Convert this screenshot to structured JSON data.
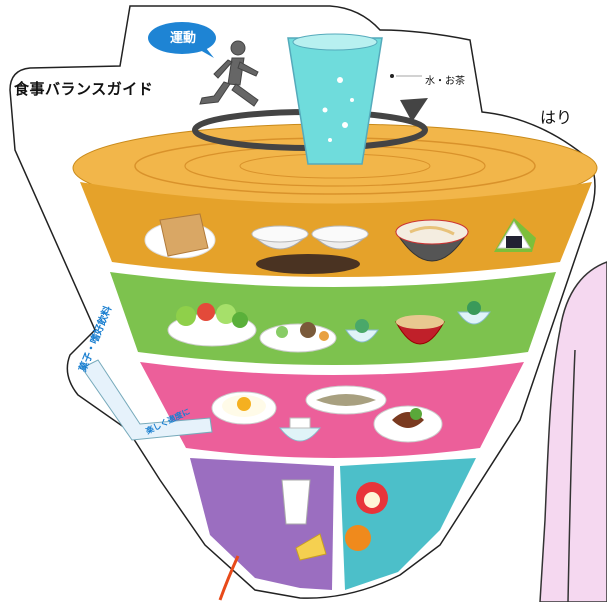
{
  "title": "食事バランスガイド",
  "exercise_label": "運動",
  "water_label": "水・お茶",
  "corner_text": "はり",
  "snack_label": "菓子・嗜好飲料",
  "snack_note": "楽しく適度に",
  "colors": {
    "top_rim": "#f2b64a",
    "grain_band": "#e5a22a",
    "vegetable_band": "#7dc24e",
    "main_dish_band": "#ec5f9a",
    "milk_band": "#9b6ec0",
    "fruit_band": "#4cbfc9",
    "water_glass": "#6fdcdc",
    "exercise_bubble": "#1e84d4",
    "character_body": "#f5d8f0"
  },
  "icons": [
    "running-person-icon",
    "water-glass-icon",
    "bread-icon",
    "rice-bowl-icon",
    "noodle-bowl-icon",
    "onigiri-icon",
    "salad-icon",
    "vegetable-dish-icon",
    "miso-soup-icon",
    "fried-egg-icon",
    "grilled-fish-icon",
    "meat-dish-icon",
    "milk-glass-icon",
    "cheese-icon",
    "apple-icon",
    "orange-icon"
  ]
}
